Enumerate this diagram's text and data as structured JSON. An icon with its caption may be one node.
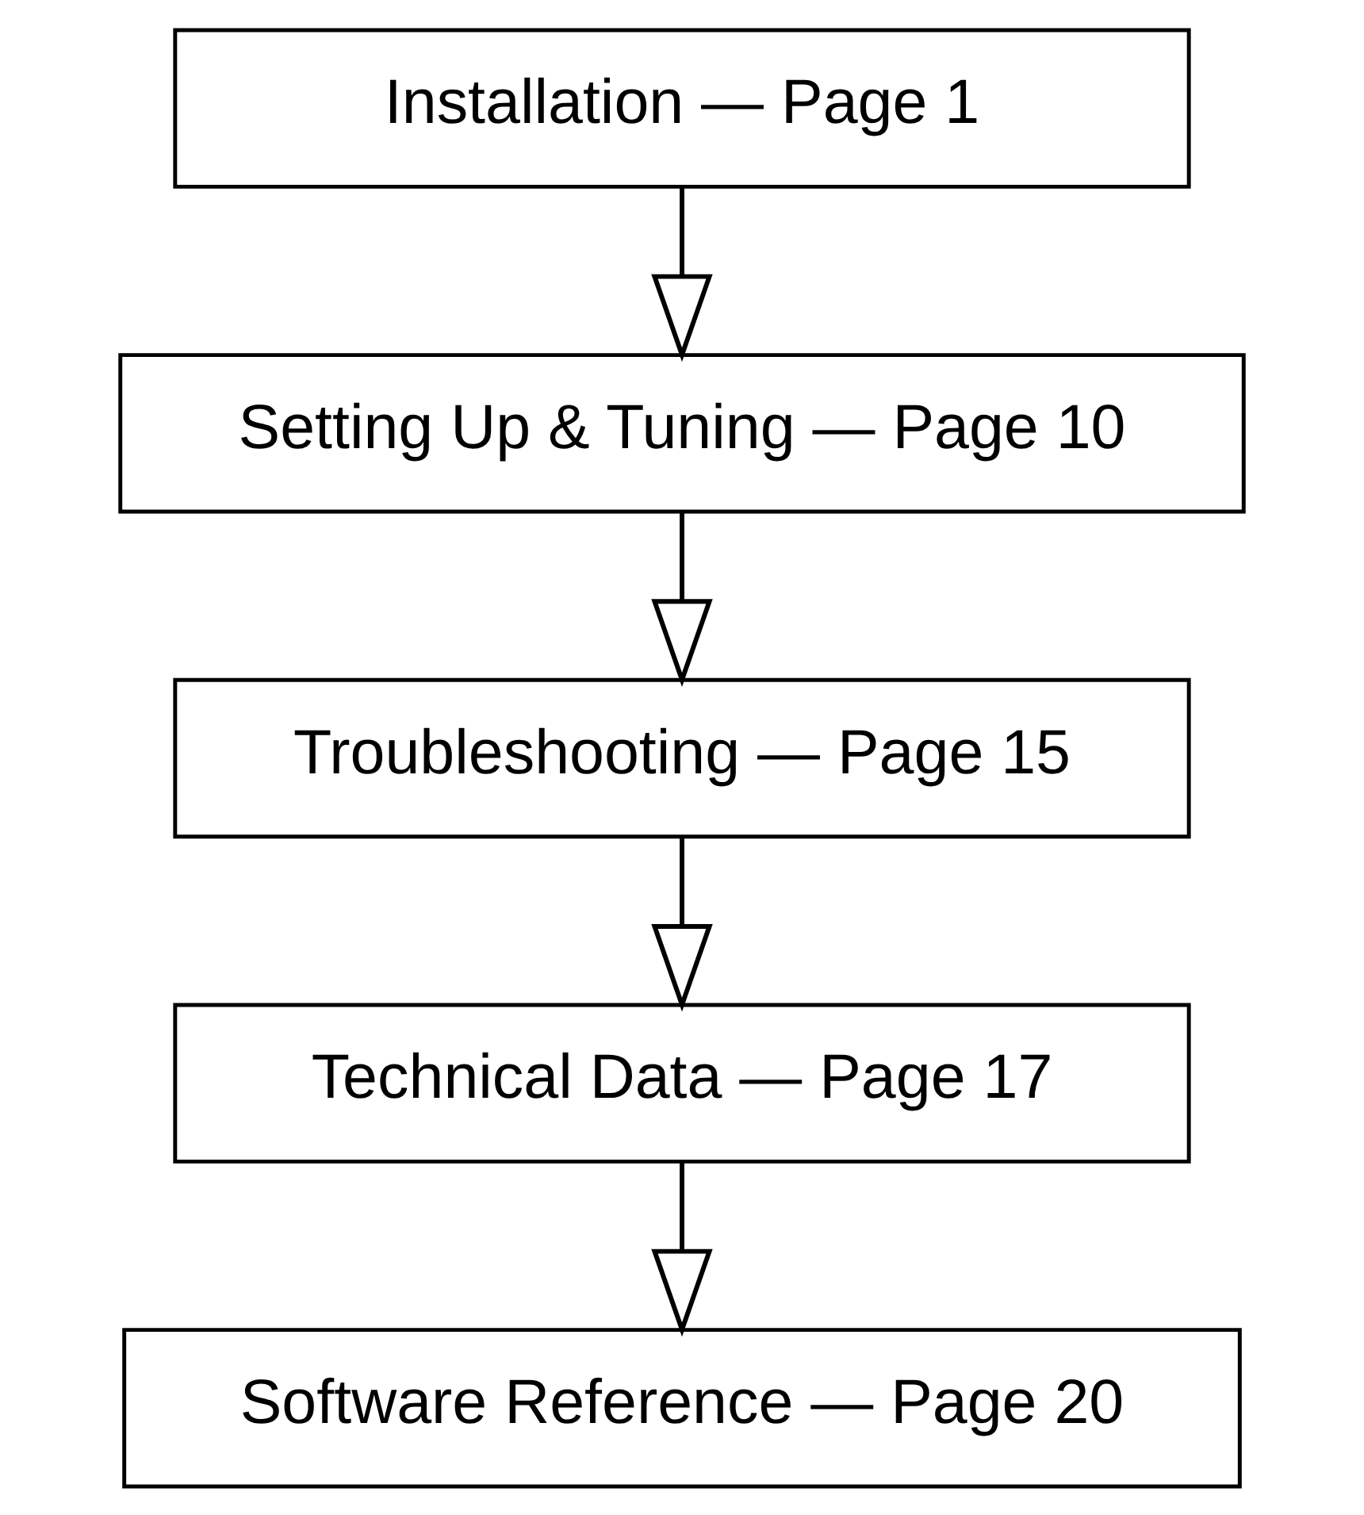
{
  "diagram": {
    "nodes": [
      {
        "text": [
          "Installation — Page 1"
        ]
      },
      {
        "text": [
          "Setting Up & Tuning — Page 10"
        ]
      },
      {
        "text": [
          "Troubleshooting — Page 15"
        ]
      },
      {
        "text": [
          "Technical Data — Page 17"
        ]
      },
      {
        "text": [
          "Software Reference — Page 20"
        ]
      }
    ],
    "edges": [
      {
        "from": 0,
        "to": 1,
        "arrow": "to"
      },
      {
        "from": 1,
        "to": 2,
        "arrow": "to"
      },
      {
        "from": 2,
        "to": 3,
        "arrow": "to"
      },
      {
        "from": 3,
        "to": 4,
        "arrow": "to"
      }
    ]
  }
}
